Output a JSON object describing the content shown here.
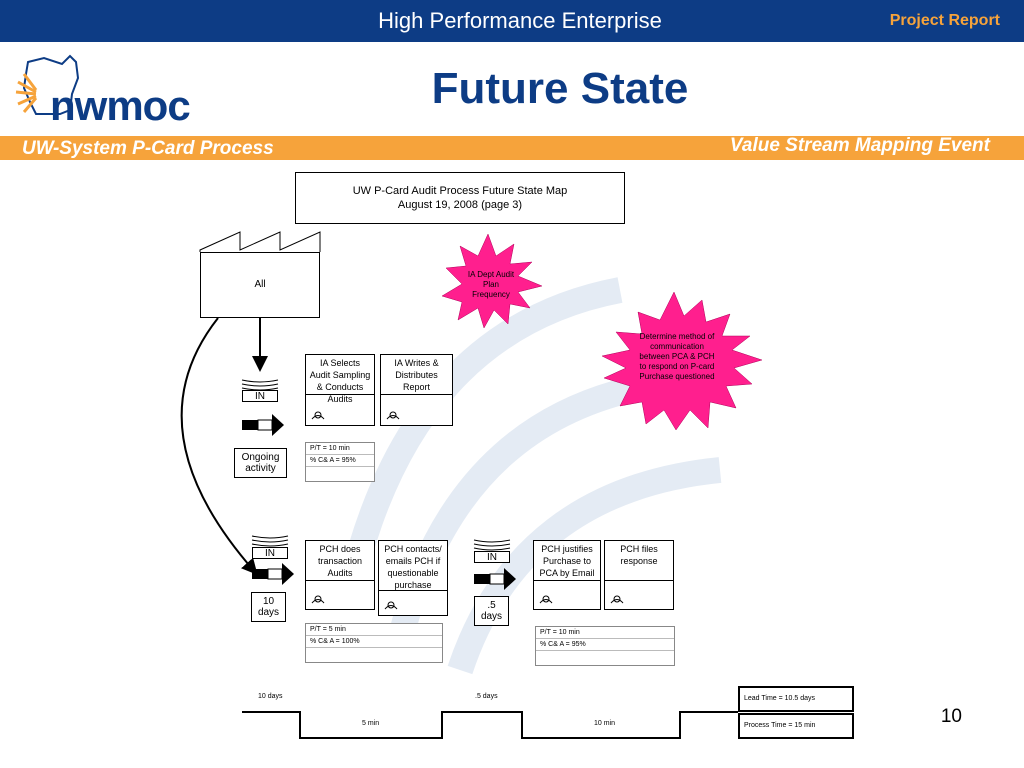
{
  "header": {
    "title": "High Performance Enterprise",
    "tag": "Project Report"
  },
  "logo": {
    "text": "nwmoc"
  },
  "page_title": "Future State",
  "subheader": {
    "left": "UW-System P-Card Process",
    "right": "Value Stream Mapping Event"
  },
  "map_title": {
    "line1": "UW  P-Card Audit Process Future State Map",
    "line2": "August 19, 2008 (page 3)"
  },
  "supplier": {
    "label": "All"
  },
  "bursts": {
    "ia_plan": [
      "IA Dept Audit",
      "Plan",
      "Frequency"
    ],
    "method": [
      "Determine method of",
      "communication",
      "between PCA & PCH",
      "to respond on P-card",
      "Purchase questioned"
    ]
  },
  "processes": {
    "ia_selects": [
      "IA Selects",
      "Audit Sampling",
      "& Conducts",
      "Audits"
    ],
    "ia_writes": [
      "IA Writes &",
      "Distributes",
      "Report"
    ],
    "pch_audits": [
      "PCH does",
      "transaction",
      "Audits"
    ],
    "pch_contacts": [
      "PCH contacts/",
      "emails PCH if",
      "questionable",
      "purchase"
    ],
    "pch_justifies": [
      "PCH justifies",
      "Purchase to",
      "PCA by Email"
    ],
    "pch_files": [
      "PCH files",
      "response"
    ]
  },
  "inventory": {
    "label": "IN"
  },
  "data_boxes": {
    "top": [
      "P/T = 10 min",
      "% C& A = 95%"
    ],
    "mid": [
      "P/T = 5 min",
      "% C& A = 100%"
    ],
    "right": [
      "P/T = 10 min",
      "% C& A = 95%"
    ]
  },
  "wait": {
    "ongoing": [
      "Ongoing",
      "activity"
    ],
    "ten_days": [
      "10",
      "days"
    ],
    "half_day": [
      ".5",
      "days"
    ]
  },
  "timeline": {
    "wait1": "10 days",
    "wait2": ".5 days",
    "proc1": "5 min",
    "proc2": "10 min",
    "lead_time": "Lead Time = 10.5 days",
    "process_time": "Process Time = 15 min"
  },
  "page_number": "10",
  "colors": {
    "navy": "#0d3c85",
    "orange": "#f6a33b",
    "burst": "#ff1f8e"
  }
}
